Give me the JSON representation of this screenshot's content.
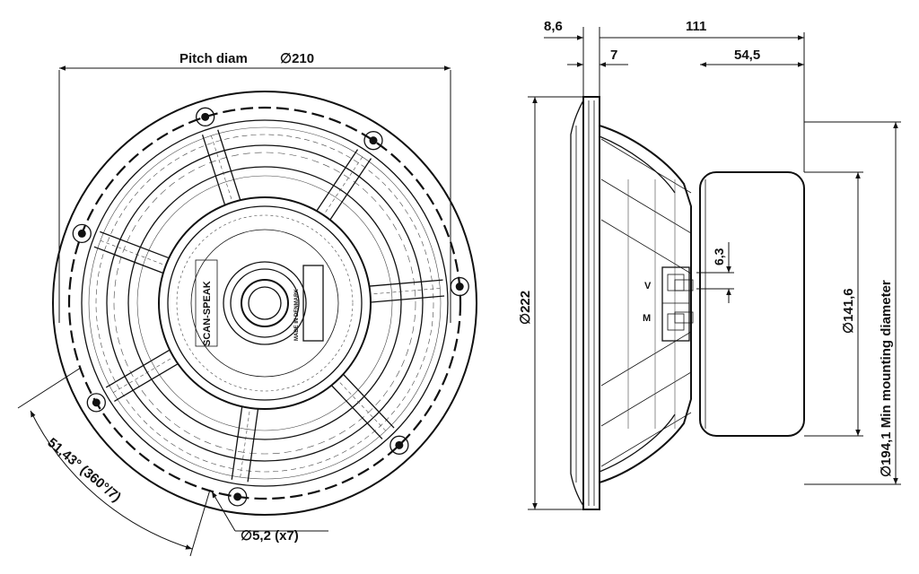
{
  "front_view": {
    "pitch_label": "Pitch diam",
    "pitch_value": "∅210",
    "angle_label": "51,43° (360°/7)",
    "hole_label": "∅5,2 (x7)",
    "brand_text": "SCAN-SPEAK",
    "magnet_text": "MADE IN DENMARK"
  },
  "side_view": {
    "dim_flange": "8,6",
    "dim_total": "111",
    "dim_gasket": "7",
    "dim_magnet_depth": "54,5",
    "dim_outer_diameter": "∅222",
    "dim_terminal": "6,3",
    "dim_magnet_diameter": "∅141,6",
    "dim_mounting": "∅194,1 Min  mounting diameter"
  },
  "colors": {
    "line": "#111111",
    "background": "#ffffff"
  }
}
